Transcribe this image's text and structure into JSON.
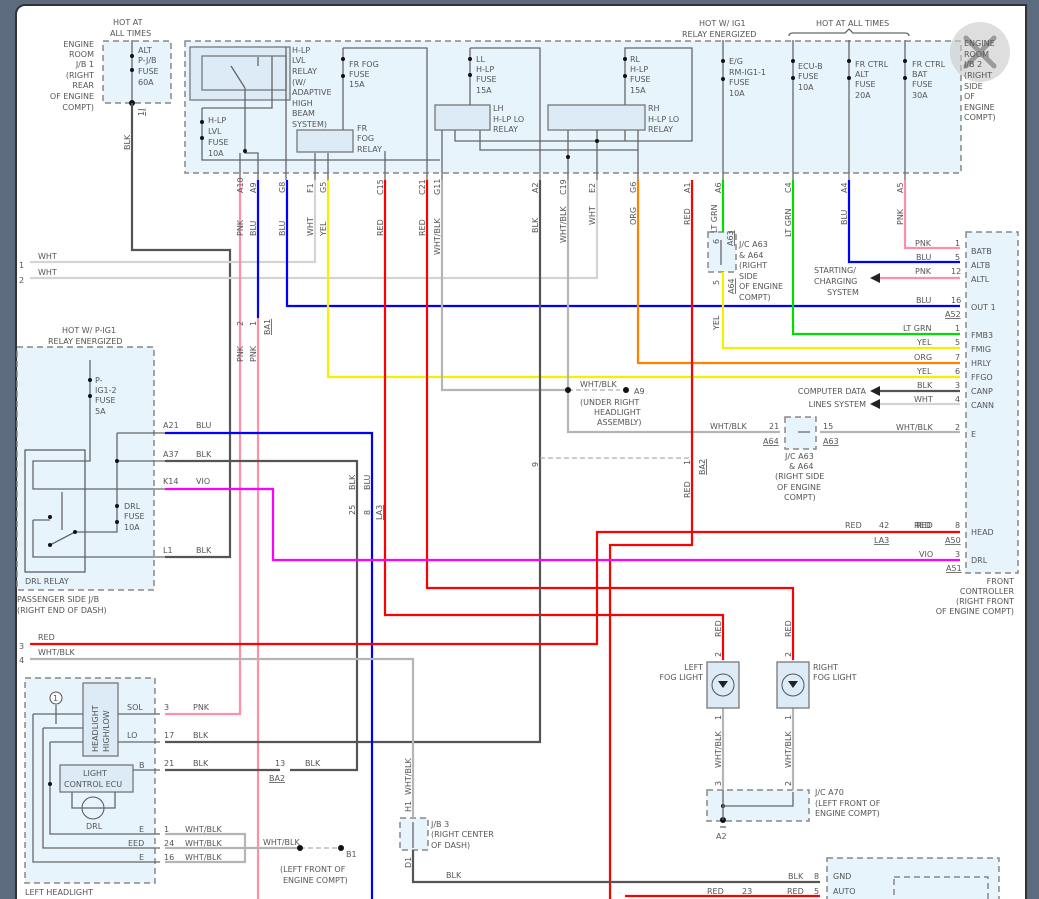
{
  "colors": {
    "PNK": "#ff8fa8",
    "BLU": "#0000ff",
    "RED": "#ff0000",
    "YEL": "#f5f000",
    "LTGRN": "#00dd00",
    "ORG": "#ff8000",
    "WHT": "#d4d4d4",
    "WHTBLK": "#b5b5b5",
    "BLK": "#555555",
    "VIO": "#ff00ff",
    "box_fill": "#e8f4fc"
  },
  "close_icon": "x-icon",
  "top": {
    "hot_at_all_times_left": [
      "HOT AT",
      "ALL TIMES"
    ],
    "engine_room_jb1": [
      "ENGINE",
      "ROOM",
      "J/B 1",
      "(RIGHT",
      "REAR",
      "OF ENGINE",
      "COMPT)"
    ],
    "alt_fuse": [
      "ALT",
      "P-J/B",
      "FUSE",
      "60A"
    ],
    "blk_wire": "BLK",
    "jb1_conn": "1J",
    "hlp_lvl_relay": [
      "H-LP",
      "LVL",
      "RELAY",
      "(W/",
      "ADAPTIVE",
      "HIGH",
      "BEAM",
      "SYSTEM)"
    ],
    "hlp_lvl_fuse": [
      "H-LP",
      "LVL",
      "FUSE",
      "10A"
    ],
    "fr_fog_fuse": [
      "FR FOG",
      "FUSE",
      "15A"
    ],
    "fr_fog_relay": [
      "FR",
      "FOG",
      "RELAY"
    ],
    "ll_fuse": [
      "LL",
      "H-LP",
      "FUSE",
      "15A"
    ],
    "lh_relay": [
      "LH",
      "H-LP LO",
      "RELAY"
    ],
    "rl_fuse": [
      "RL",
      "H-LP",
      "FUSE",
      "15A"
    ],
    "rh_relay": [
      "RH",
      "H-LP LO",
      "RELAY"
    ],
    "hot_ig1": [
      "HOT W/ IG1",
      "RELAY ENERGIZED"
    ],
    "eg_fuse": [
      "E/G",
      "RM-IG1-1",
      "FUSE",
      "10A"
    ],
    "hot_all_times_right": "HOT AT ALL TIMES",
    "ecub_fuse": [
      "ECU-B",
      "FUSE",
      "10A"
    ],
    "frctrl_alt": [
      "FR CTRL",
      "ALT",
      "FUSE",
      "20A"
    ],
    "frctrl_bat": [
      "FR CTRL",
      "BAT",
      "FUSE",
      "30A"
    ],
    "engine_room_jb2": [
      "ENGINE",
      "ROOM",
      "J/B 2",
      "(RIGHT",
      "SIDE",
      "OF",
      "ENGINE",
      "COMPT)"
    ]
  },
  "pins": [
    {
      "id": "A10",
      "wire": "PNK"
    },
    {
      "id": "A9",
      "wire": "BLU"
    },
    {
      "id": "G8",
      "wire": "BLU"
    },
    {
      "id": "F1",
      "wire": "WHT"
    },
    {
      "id": "G5",
      "wire": "YEL"
    },
    {
      "id": "C15",
      "wire": "RED"
    },
    {
      "id": "C21",
      "wire": "RED"
    },
    {
      "id": "G11",
      "wire": "WHT/BLK"
    },
    {
      "id": "A2",
      "wire": "BLK"
    },
    {
      "id": "C19",
      "wire": "WHT/BLK"
    },
    {
      "id": "E2",
      "wire": "WHT"
    },
    {
      "id": "G6",
      "wire": "ORG"
    },
    {
      "id": "A1",
      "wire": "RED"
    },
    {
      "id": "A6",
      "wire": "LT GRN"
    },
    {
      "id": "C4",
      "wire": "LT GRN"
    },
    {
      "id": "A4",
      "wire": "BLU"
    },
    {
      "id": "A5",
      "wire": "PNK"
    }
  ],
  "left_wires": [
    {
      "num": "1",
      "wire": "WHT"
    },
    {
      "num": "2",
      "wire": "WHT"
    },
    {
      "num": "3",
      "wire": "RED"
    },
    {
      "num": "4",
      "wire": "WHT/BLK"
    }
  ],
  "ba1": {
    "pin2": "2",
    "pin1": "1",
    "name": "BA1",
    "wire_a": "PNK",
    "wire_b": "PNK"
  },
  "jc_a63_top": {
    "pin6": "6",
    "pin5": "5",
    "a63": "A63",
    "a64": "A64",
    "label": [
      "J/C A63",
      "& A64",
      "(RIGHT",
      "SIDE",
      "OF ENGINE",
      "COMPT)"
    ],
    "yel": "YEL"
  },
  "front_controller": {
    "pins": [
      {
        "wire": "PNK",
        "num": "1",
        "name": "BATB"
      },
      {
        "wire": "BLU",
        "num": "5",
        "name": "ALTB"
      },
      {
        "wire": "PNK",
        "num": "12",
        "name": "ALTL"
      },
      {
        "wire": "BLU",
        "num": "16",
        "name": "OUT 1"
      },
      {
        "wire": "LT GRN",
        "num": "1",
        "name": "FMB3"
      },
      {
        "wire": "YEL",
        "num": "5",
        "name": "FMIG"
      },
      {
        "wire": "ORG",
        "num": "7",
        "name": "HRLY"
      },
      {
        "wire": "YEL",
        "num": "6",
        "name": "FFGO"
      },
      {
        "wire": "BLK",
        "num": "3",
        "name": "CANP"
      },
      {
        "wire": "WHT",
        "num": "4",
        "name": "CANN"
      },
      {
        "wire": "WHT/BLK",
        "num": "2",
        "name": "E"
      },
      {
        "wire": "RED",
        "num": "8",
        "name": "HEAD"
      },
      {
        "wire": "VIO",
        "num": "3",
        "name": "DRL"
      }
    ],
    "conn_a52": "A52",
    "conn_a50": "A50",
    "conn_a51": "A51",
    "label": [
      "FRONT",
      "CONTROLLER",
      "(RIGHT FRONT",
      "OF ENGINE COMPT)"
    ]
  },
  "starting_charging": [
    "STARTING/",
    "CHARGING",
    "SYSTEM"
  ],
  "computer_data": [
    "COMPUTER DATA",
    "LINES SYSTEM"
  ],
  "ground_a9": {
    "wire": "WHT/BLK",
    "id": "A9",
    "label": [
      "(UNDER RIGHT",
      "HEADLIGHT",
      "ASSEMBLY)"
    ]
  },
  "jc_a63_mid": {
    "wire_l": "WHT/BLK",
    "pin21": "21",
    "a64": "A64",
    "pin15": "15",
    "a63": "A63",
    "label": [
      "J/C A63",
      "& A64",
      "(RIGHT SIDE",
      "OF ENGINE",
      "COMPT)"
    ]
  },
  "ba2_top": {
    "pin9": "9",
    "pin1": "1",
    "name": "BA2",
    "red": "RED"
  },
  "la3": {
    "red_l": "RED",
    "pin42": "42",
    "name": "LA3",
    "red_r": "RED"
  },
  "pjb": {
    "hot": [
      "HOT W/ P-IG1",
      "RELAY ENERGIZED"
    ],
    "fuse": [
      "P-",
      "IG1-2",
      "FUSE",
      "5A"
    ],
    "drl_fuse": [
      "DRL",
      "FUSE",
      "10A"
    ],
    "relay": "DRL RELAY",
    "label": [
      "PASSENGER SIDE J/B",
      "(RIGHT END OF DASH)"
    ],
    "pins": [
      {
        "id": "A21",
        "wire": "BLU"
      },
      {
        "id": "A37",
        "wire": "BLK"
      },
      {
        "id": "K14",
        "wire": "VIO"
      },
      {
        "id": "L1",
        "wire": "BLK"
      }
    ]
  },
  "la3_left": {
    "blk": "BLK",
    "blu": "BLU",
    "pin25": "25",
    "pin8": "8",
    "name": "LA3"
  },
  "left_headlight": {
    "ic": "HEADLIGHT HIGH/LOW",
    "ecu": [
      "LIGHT",
      "CONTROL ECU"
    ],
    "drl": "DRL",
    "circled": "1",
    "pins": [
      {
        "t": "SOL",
        "n": "3",
        "w": "PNK"
      },
      {
        "t": "LO",
        "n": "17",
        "w": "BLK"
      },
      {
        "t": "B",
        "n": "21",
        "w": "BLK"
      },
      {
        "t": "E",
        "n": "1",
        "w": "WHT/BLK"
      },
      {
        "t": "EED",
        "n": "24",
        "w": "WHT/BLK"
      },
      {
        "t": "E",
        "n": "16",
        "w": "WHT/BLK"
      }
    ],
    "label": "LEFT HEADLIGHT"
  },
  "ba2_bottom": {
    "pin13": "13",
    "name": "BA2",
    "wire": "BLK"
  },
  "ground_b1": {
    "wire": "WHT/BLK",
    "id": "B1",
    "label": [
      "(LEFT FRONT OF",
      "ENGINE COMPT)"
    ]
  },
  "jb3": {
    "h1": "H1",
    "d1": "D1",
    "wire": "WHT/BLK",
    "blk": "BLK",
    "label": [
      "J/B 3",
      "(RIGHT CENTER",
      "OF DASH)"
    ]
  },
  "fog": {
    "left": [
      "LEFT",
      "FOG LIGHT"
    ],
    "right": [
      "RIGHT",
      "FOG LIGHT"
    ],
    "red": "RED",
    "pin2": "2",
    "pin1": "1",
    "wire": "WHT/BLK",
    "pin3": "3",
    "pin2b": "2"
  },
  "jc_a70": {
    "label": [
      "J/C A70",
      "(LEFT FRONT OF",
      "ENGINE COMPT)"
    ],
    "ground": "A2"
  },
  "bottom_right": {
    "blk": "BLK",
    "pin8": "8",
    "gnd": "GND",
    "red_l": "RED",
    "pin23": "23",
    "red_r": "RED",
    "pin5": "5",
    "auto": "AUTO"
  }
}
